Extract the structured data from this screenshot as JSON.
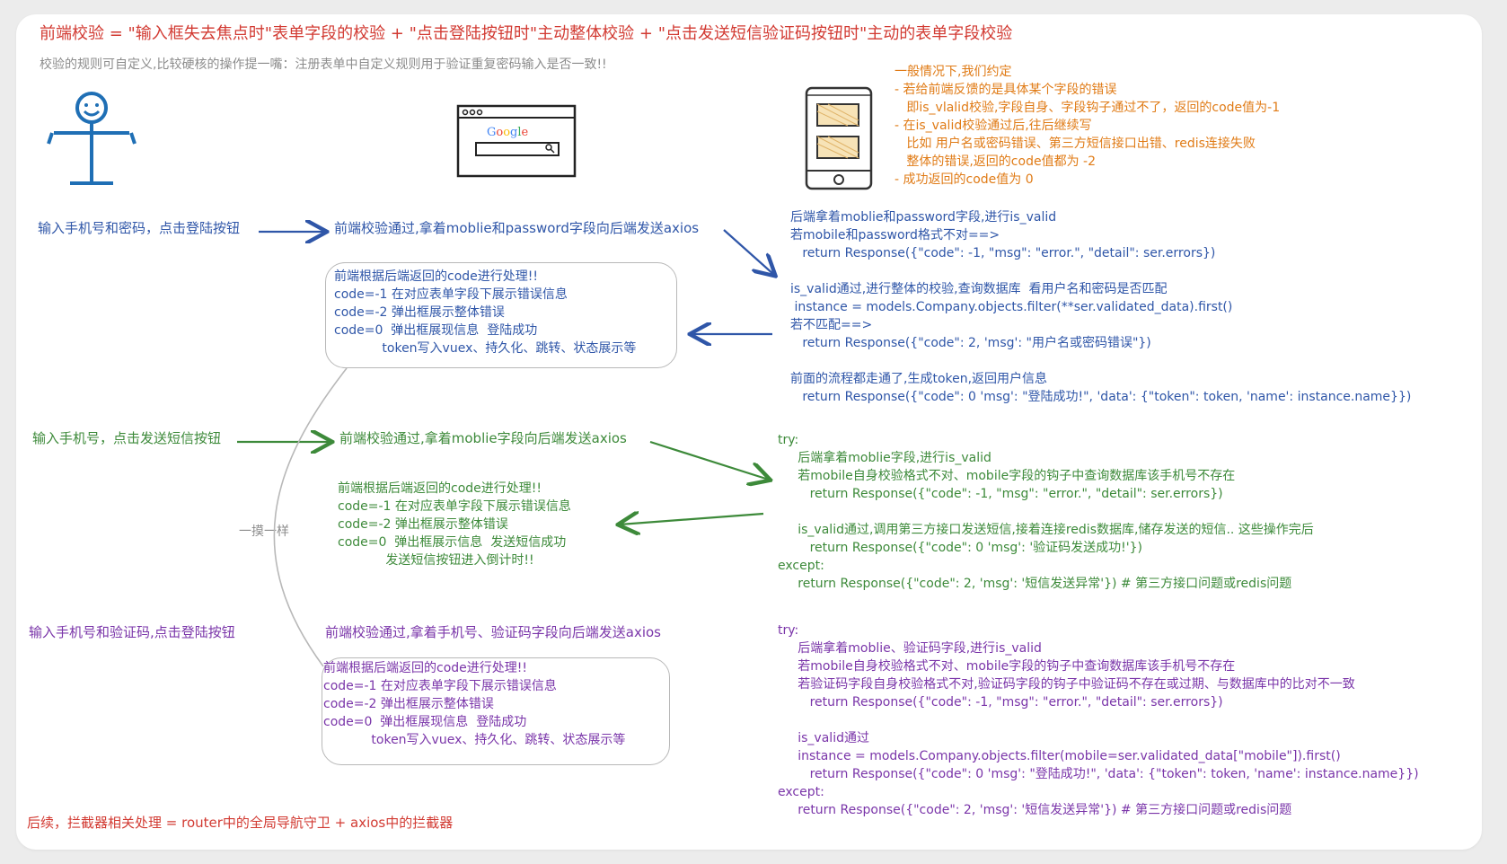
{
  "title": "前端校验 = \"输入框失去焦点时\"表单字段的校验 + \"点击登陆按钮时\"主动整体校验 + \"点击发送短信验证码按钮时\"主动的表单字段校验",
  "subtitle": "校验的规则可自定义,比较硬核的操作提一嘴：注册表单中自定义规则用于验证重复密码输入是否一致!!",
  "icons": {
    "user": "stick-figure-user-icon",
    "browser": "google-browser-icon",
    "phone": "mobile-phone-icon"
  },
  "google_logo": "Google",
  "notes_orange": [
    "一般情况下,我们约定",
    "- 若给前端反馈的是具体某个字段的错误",
    "   即is_vlalid校验,字段自身、字段钩子通过不了，返回的code值为-1",
    "- 在is_valid校验通过后,往后继续写",
    "   比如 用户名或密码错误、第三方短信接口出错、redis连接失败",
    "   整体的错误,返回的code值都为 -2",
    "- 成功返回的code值为 0"
  ],
  "flow1": {
    "action": "输入手机号和密码，点击登陆按钮",
    "frontend": "前端校验通过,拿着moblie和password字段向后端发送axios",
    "handle": [
      "前端根据后端返回的code进行处理!!",
      "code=-1 在对应表单字段下展示错误信息",
      "code=-2 弹出框展示整体错误",
      "code=0  弹出框展现信息  登陆成功",
      "            token写入vuex、持久化、跳转、状态展示等"
    ],
    "backend": [
      "后端拿着moblie和password字段,进行is_valid",
      "若mobile和password格式不对==>",
      "   return Response({\"code\": -1, \"msg\": \"error.\", \"detail\": ser.errors})",
      "",
      "is_valid通过,进行整体的校验,查询数据库  看用户名和密码是否匹配",
      " instance = models.Company.objects.filter(**ser.validated_data).first()",
      "若不匹配==>",
      "   return Response({\"code\": 2, 'msg': \"用户名或密码错误\"})",
      "",
      "前面的流程都走通了,生成token,返回用户信息",
      "   return Response({\"code\": 0 'msg': \"登陆成功!\", 'data': {\"token\": token, 'name': instance.name}})"
    ]
  },
  "flow2": {
    "action": "输入手机号，点击发送短信按钮",
    "frontend": "前端校验通过,拿着moblie字段向后端发送axios",
    "handle": [
      "前端根据后端返回的code进行处理!!",
      "code=-1 在对应表单字段下展示错误信息",
      "code=-2 弹出框展示整体错误",
      "code=0  弹出框展示信息  发送短信成功",
      "            发送短信按钮进入倒计时!!"
    ],
    "backend": [
      "try:",
      "     后端拿着moblie字段,进行is_valid",
      "     若mobile自身校验格式不对、mobile字段的钩子中查询数据库该手机号不存在",
      "        return Response({\"code\": -1, \"msg\": \"error.\", \"detail\": ser.errors})",
      "",
      "     is_valid通过,调用第三方接口发送短信,接着连接redis数据库,储存发送的短信.. 这些操作完后",
      "        return Response({\"code\": 0 'msg': '验证码发送成功!'})",
      "except:",
      "     return Response({\"code\": 2, 'msg': '短信发送异常'}) # 第三方接口问题或redis问题"
    ]
  },
  "flow3": {
    "action": "输入手机号和验证码,点击登陆按钮",
    "frontend": "前端校验通过,拿着手机号、验证码字段向后端发送axios",
    "handle": [
      "前端根据后端返回的code进行处理!!",
      "code=-1 在对应表单字段下展示错误信息",
      "code=-2 弹出框展示整体错误",
      "code=0  弹出框展现信息  登陆成功",
      "            token写入vuex、持久化、跳转、状态展示等"
    ],
    "backend": [
      "try:",
      "     后端拿着moblie、验证码字段,进行is_valid",
      "     若mobile自身校验格式不对、mobile字段的钩子中查询数据库该手机号不存在",
      "     若验证码字段自身校验格式不对,验证码字段的钩子中验证码不存在或过期、与数据库中的比对不一致",
      "        return Response({\"code\": -1, \"msg\": \"error.\", \"detail\": ser.errors})",
      "",
      "     is_valid通过",
      "     instance = models.Company.objects.filter(mobile=ser.validated_data[\"mobile\"]).first()",
      "        return Response({\"code\": 0 'msg': \"登陆成功!\", 'data': {\"token\": token, 'name': instance.name}})",
      "except:",
      "     return Response({\"code\": 2, 'msg': '短信发送异常'}) # 第三方接口问题或redis问题"
    ]
  },
  "same_label": "一摸一样",
  "footer": "后续，拦截器相关处理 = router中的全局导航守卫 + axios中的拦截器",
  "colors": {
    "red": "#d23a32",
    "blue": "#2f56a8",
    "green": "#3d8a3a",
    "purple": "#7a35a9",
    "orange": "#e07b16",
    "gray": "#8c8c8c"
  }
}
